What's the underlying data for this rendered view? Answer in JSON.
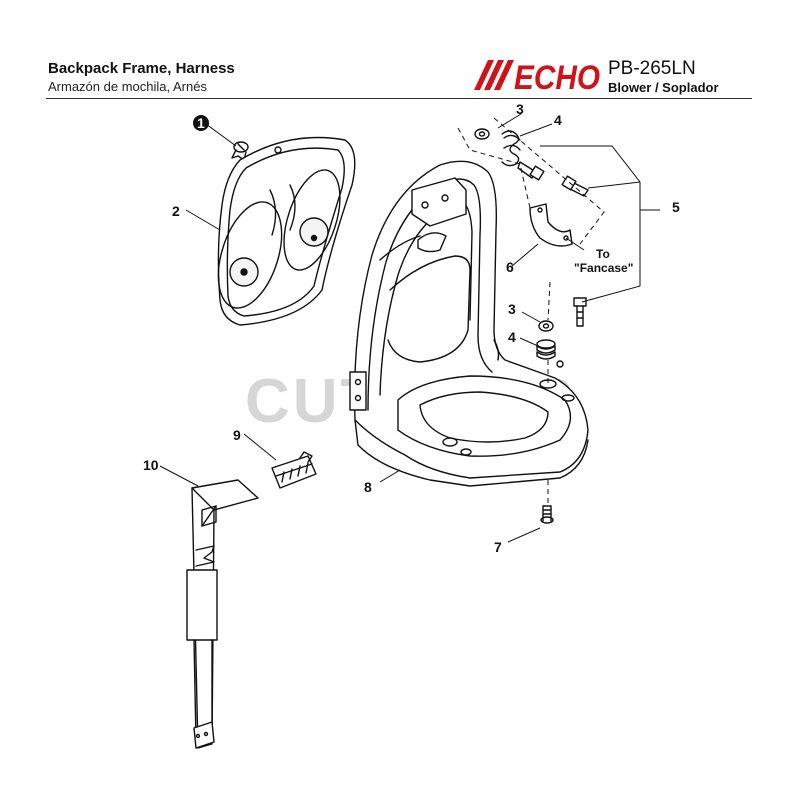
{
  "header": {
    "title": "Backpack Frame, Harness",
    "subtitle": "Armazón de mochila, Arnés",
    "brand": "ECHO",
    "model": "PB-265LN",
    "product": "Blower / Soplador"
  },
  "watermark": "CUTLER'S",
  "callouts": {
    "c1": "1",
    "c2": "2",
    "c3a": "3",
    "c4a": "4",
    "c5": "5",
    "c6": "6",
    "c3b": "3",
    "c4b": "4",
    "c7": "7",
    "c8": "8",
    "c9": "9",
    "c10": "10"
  },
  "notes": {
    "to": "To",
    "fancase": "\"Fancase\""
  },
  "colors": {
    "ink": "#111111",
    "brand_red": "#d0121b",
    "watermark": "#d6d6d6"
  }
}
